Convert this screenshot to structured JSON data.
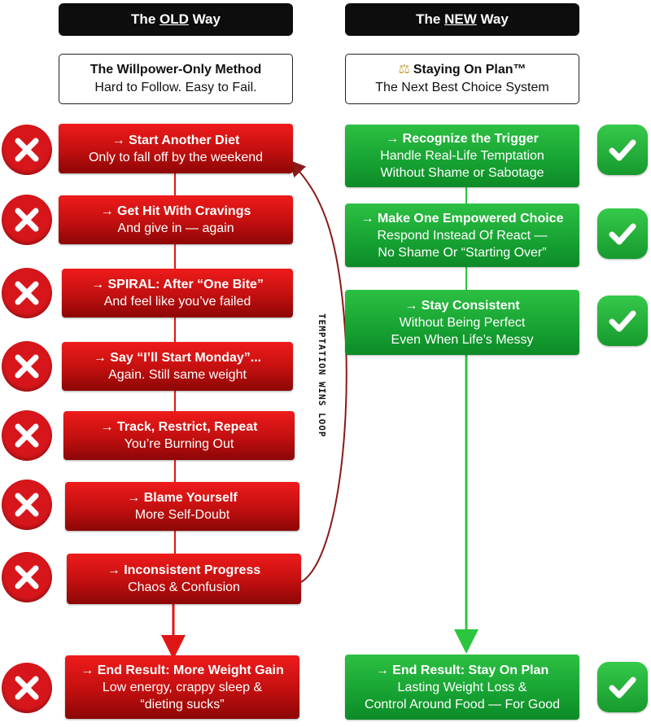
{
  "old": {
    "header_prefix": "The ",
    "header_emph": "OLD",
    "header_suffix": " Way",
    "method_title": "The Willpower-Only Method",
    "method_subtitle": "Hard to Follow. Easy to Fail.",
    "steps": [
      {
        "title": "→ Start Another Diet",
        "desc": "Only to fall off by the weekend"
      },
      {
        "title": "→ Get Hit With Cravings",
        "desc": "And give in — again"
      },
      {
        "title": "→ SPIRAL: After “One Bite”",
        "desc": "And feel like you’ve failed"
      },
      {
        "title": "→ Say “I’ll Start Monday”...",
        "desc": "Again. Still same weight"
      },
      {
        "title": "→ Track, Restrict, Repeat",
        "desc": "You’re Burning Out"
      },
      {
        "title": "→ Blame Yourself",
        "desc": "More Self-Doubt"
      },
      {
        "title": "→ Inconsistent Progress",
        "desc": "Chaos & Confusion"
      }
    ],
    "result_title": "→ End Result: More Weight Gain",
    "result_line1": "Low energy, crappy sleep &",
    "result_line2": "“dieting sucks”",
    "loop_label": "TEMPTATION WINS LOOP"
  },
  "new": {
    "header_prefix": "The ",
    "header_emph": "NEW",
    "header_suffix": " Way",
    "method_title": "Staying On Plan™",
    "method_subtitle": "The Next Best Choice System",
    "steps": [
      {
        "title": "→ Recognize the Trigger",
        "line1": "Handle Real-Life Temptation",
        "line2": "Without Shame or Sabotage"
      },
      {
        "title": "→ Make One Empowered Choice",
        "line1": "Respond Instead Of React —",
        "line2": "No Shame Or “Starting Over”"
      },
      {
        "title": "→ Stay Consistent",
        "line1": "Without Being Perfect",
        "line2": "Even When Life’s Messy"
      }
    ],
    "result_title": "→ End Result: Stay On Plan",
    "result_line1": "Lasting Weight Loss &",
    "result_line2": "Control Around Food — For Good"
  },
  "colors": {
    "red": "#d7161b",
    "green": "#1aa534",
    "header_bg": "#0d0d0d",
    "loop_arrow": "#8b1a1a"
  },
  "icons": {
    "fail": "x-icon",
    "success": "checkmark-icon",
    "method": "scales-icon"
  }
}
